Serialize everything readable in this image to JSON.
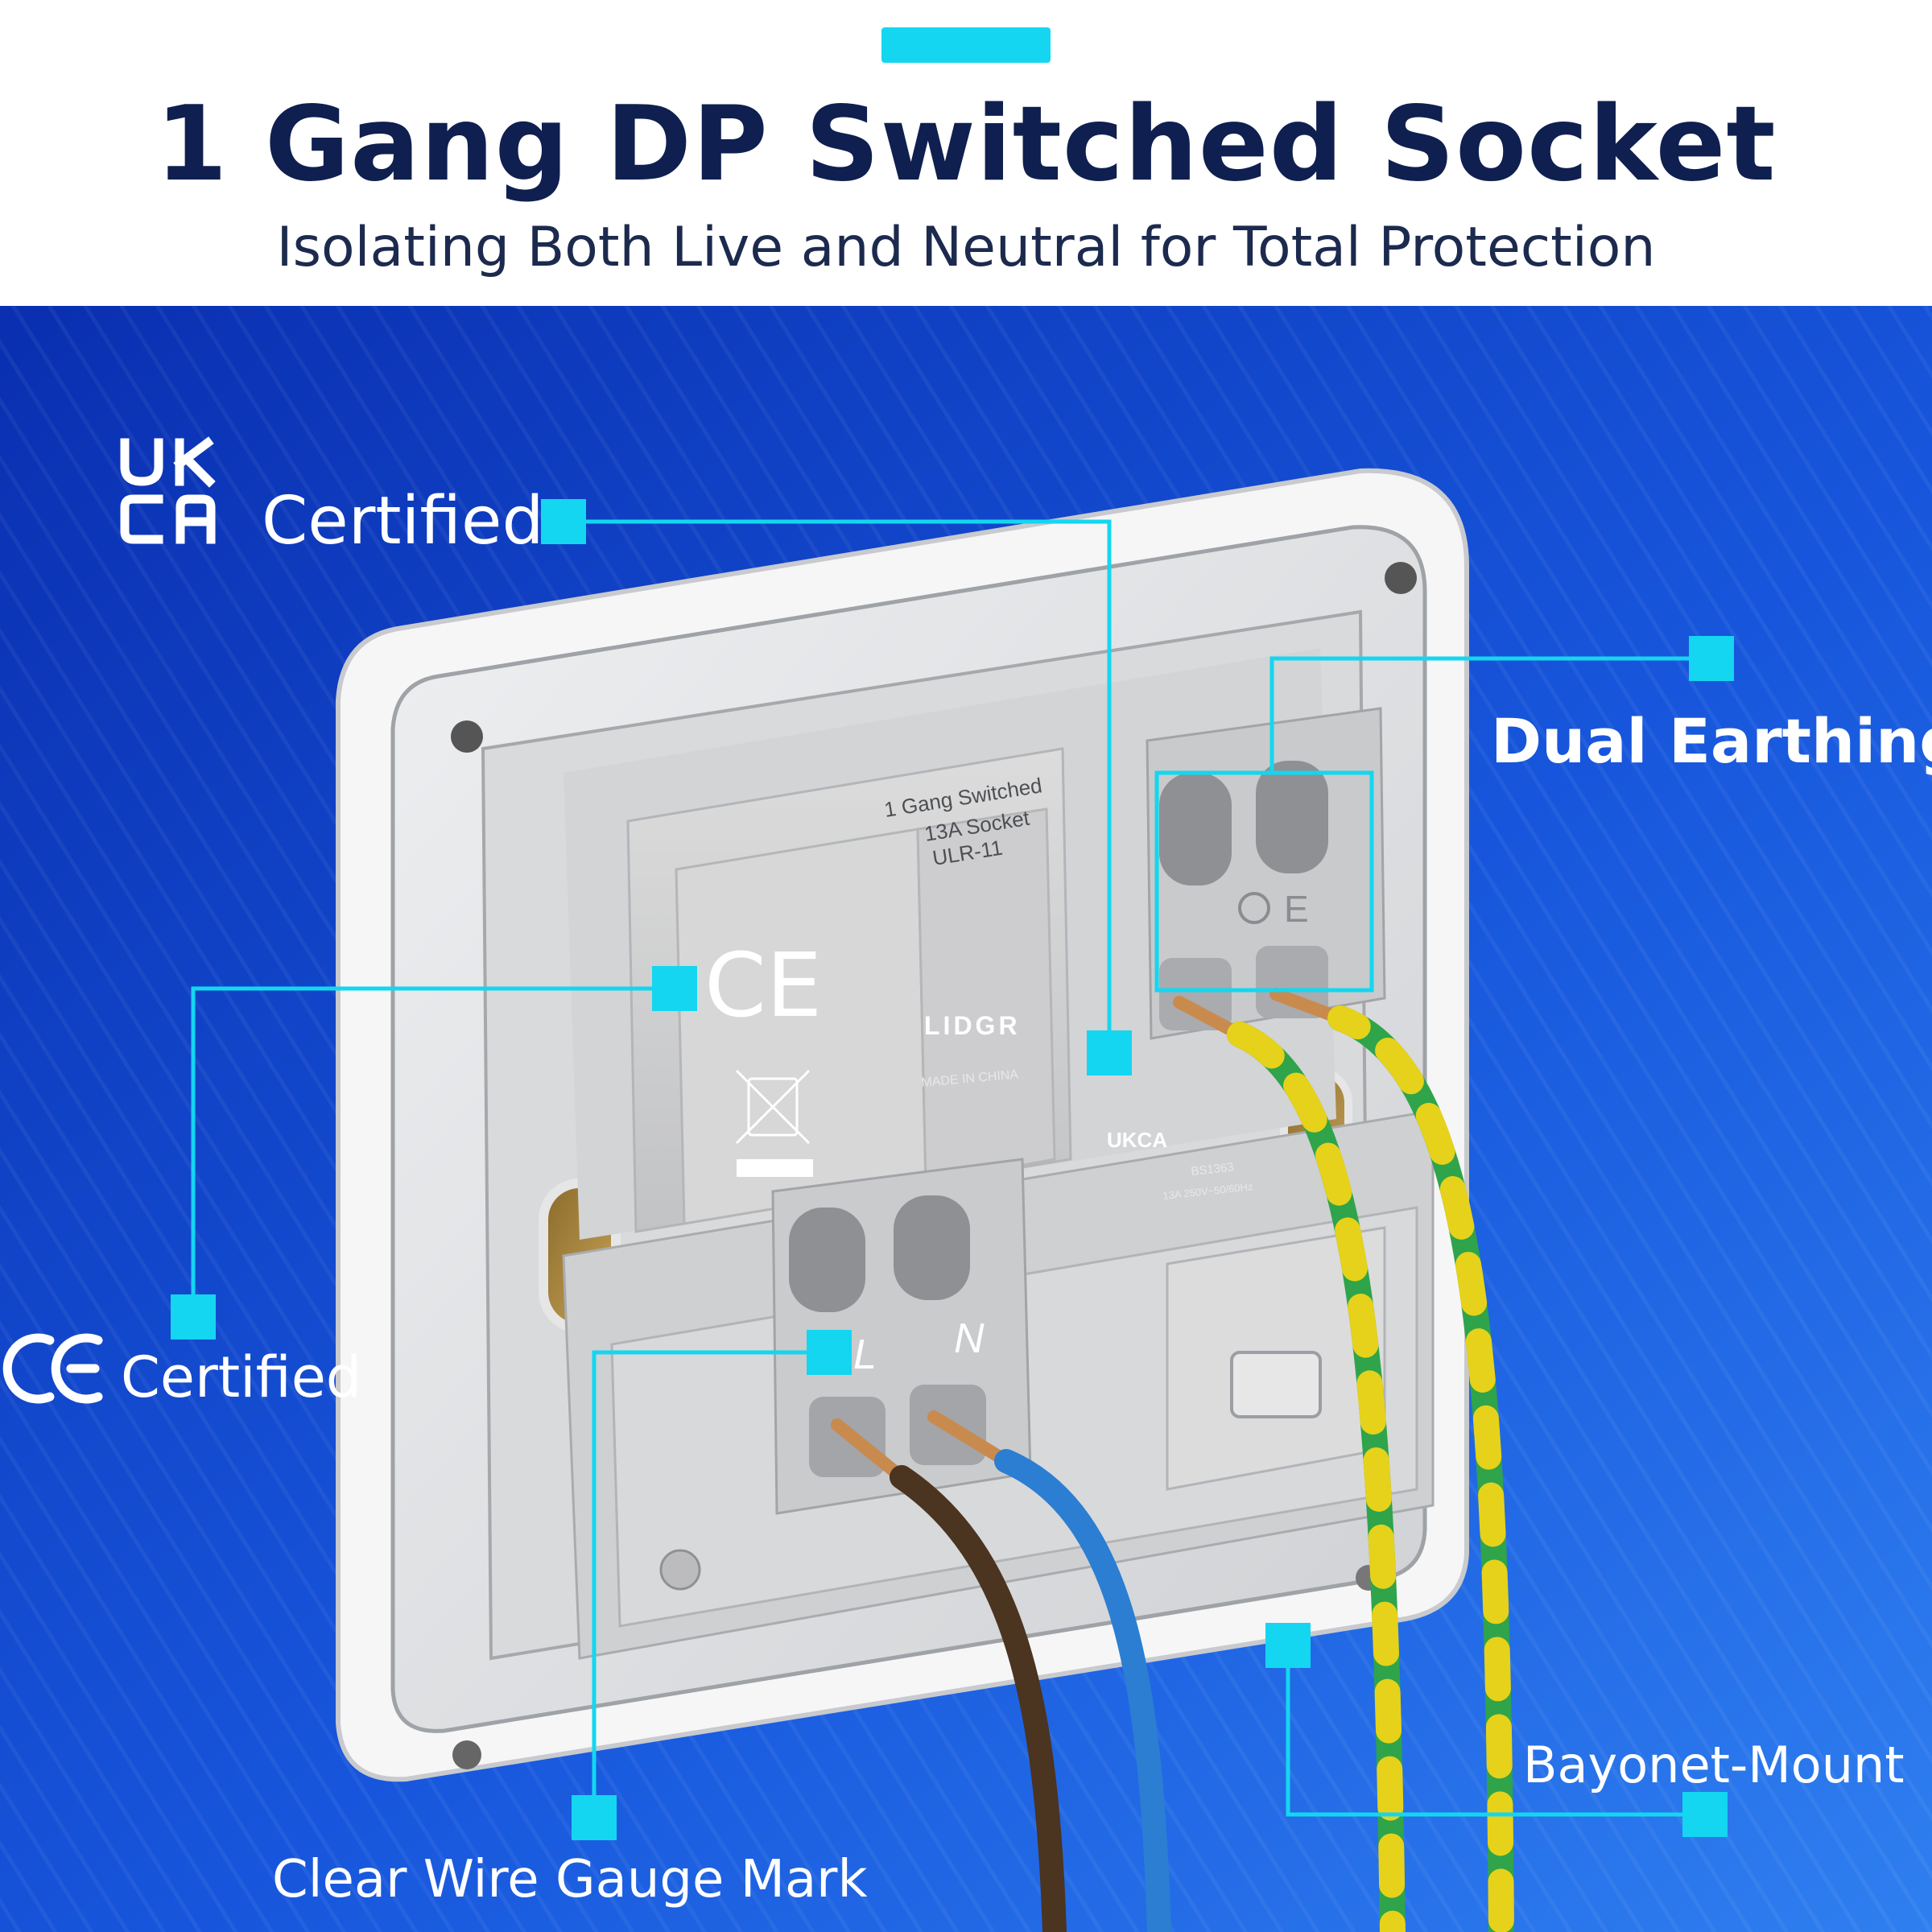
{
  "header": {
    "title": "1 Gang DP Switched Socket",
    "subtitle": "Isolating Both Live and Neutral for Total Protection",
    "accent_color": "#14d6f0"
  },
  "callouts": {
    "ukca": {
      "logo": "UKCA",
      "label": "Certified"
    },
    "ce": {
      "logo": "CE",
      "label": "Certified"
    },
    "dual_earthing": "Dual Earthing",
    "bayonet_mount": "Bayonet-Mount",
    "wire_gauge": "Clear Wire Gauge Mark",
    "callout_color": "#14d6f0"
  },
  "product": {
    "label_line1": "1 Gang Switched",
    "label_line2": "13A Socket",
    "label_line3": "ULR-11",
    "brand": "LIDGR",
    "made_in": "MADE IN CHINA",
    "standard": "BS1363",
    "rating": "13A 250V~50/60Hz",
    "ce_mark": "CE",
    "ukca_mark": "UKCA",
    "terminal_live": "L",
    "terminal_neutral": "N",
    "terminal_earth": "E"
  },
  "wires": {
    "brown": "#4b3420",
    "blue": "#2b7ed2",
    "earth_green": "#2fa44a",
    "earth_yellow": "#e6d21a",
    "copper": "#c98a4e"
  },
  "background": {
    "blue_dark": "#0a2fb0",
    "blue_light": "#2f7ff0"
  }
}
